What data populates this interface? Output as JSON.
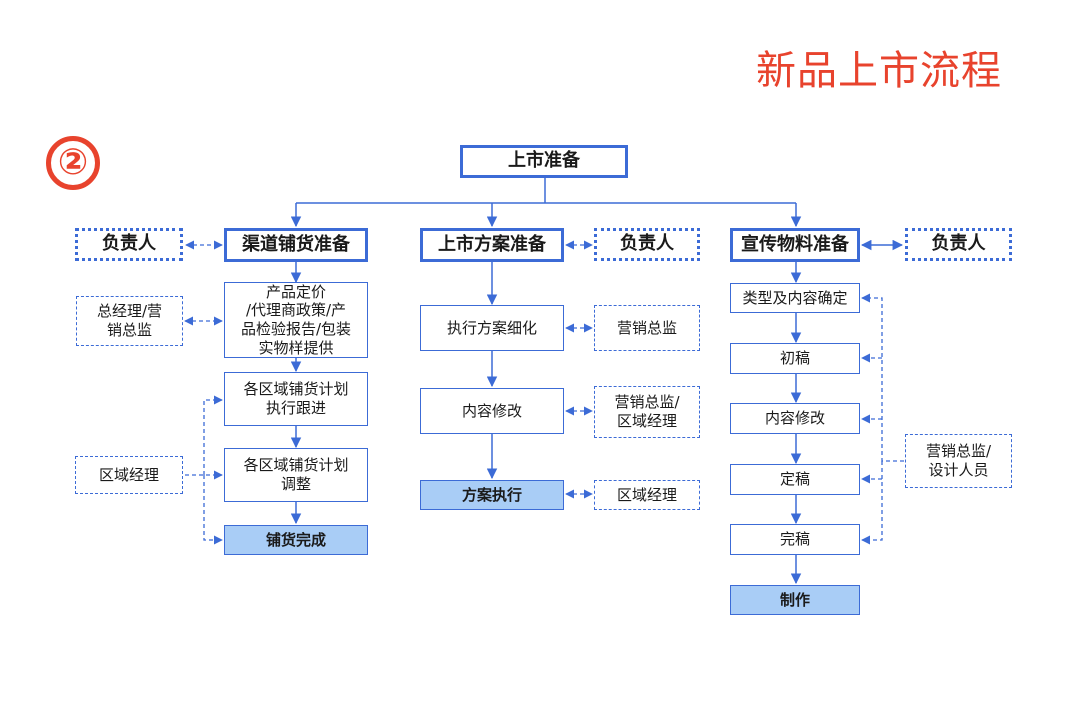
{
  "page": {
    "title": "新品上市流程",
    "step_marker": "②"
  },
  "root": {
    "label": "上市准备"
  },
  "columns": [
    {
      "head": "渠道铺货准备",
      "owner_label": "负责人",
      "steps": [
        "产品定价\n/代理商政策/产\n品检验报告/包装\n实物样提供",
        "各区域铺货计划\n执行跟进",
        "各区域铺货计划\n调整",
        "铺货完成"
      ],
      "responsibles": [
        "总经理/营\n销总监",
        "区域经理"
      ]
    },
    {
      "head": "上市方案准备",
      "owner_label": "负责人",
      "steps": [
        "执行方案细化",
        "内容修改",
        "方案执行"
      ],
      "responsibles": [
        "营销总监",
        "营销总监/\n区域经理",
        "区域经理"
      ]
    },
    {
      "head": "宣传物料准备",
      "owner_label": "负责人",
      "steps": [
        "类型及内容确定",
        "初稿",
        "内容修改",
        "定稿",
        "完稿",
        "制作"
      ],
      "responsibles": [
        "营销总监/\n设计人员"
      ]
    }
  ],
  "colors": {
    "accent_red": "#e8432d",
    "line_blue": "#3c6bd6",
    "final_fill": "#a9cdf6"
  }
}
